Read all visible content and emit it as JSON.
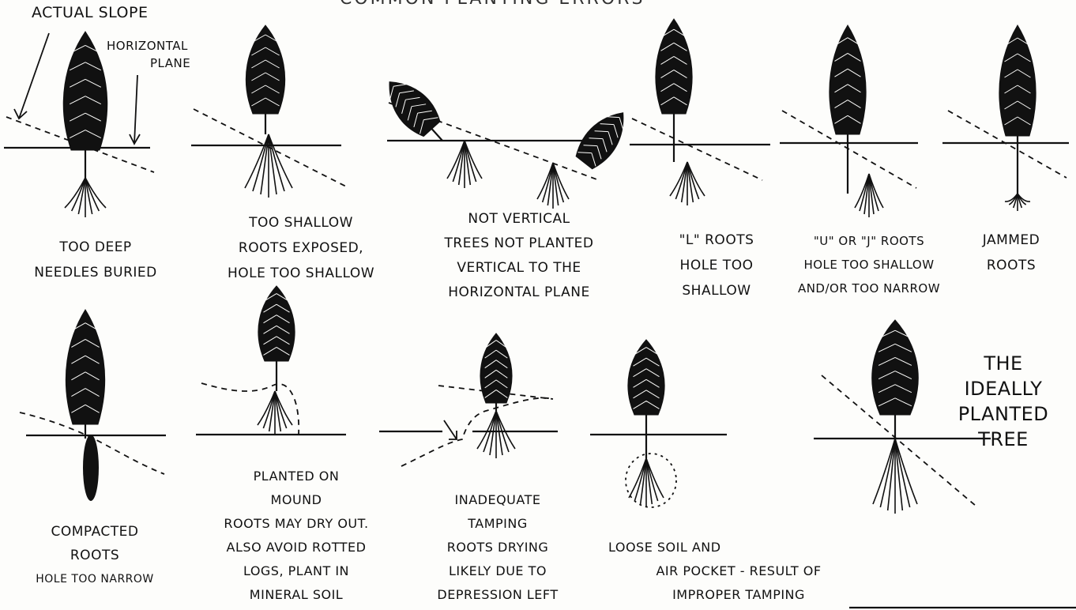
{
  "header_text": "COMMON PLANTING ERRORS",
  "annotations": {
    "actual_slope": "ACTUAL SLOPE",
    "horizontal_plane_1": "HORIZONTAL",
    "horizontal_plane_2": "PLANE"
  },
  "panels": [
    {
      "id": "too-deep",
      "lines": [
        "TOO DEEP",
        "NEEDLES BURIED"
      ]
    },
    {
      "id": "too-shallow",
      "lines": [
        "TOO SHALLOW",
        "ROOTS EXPOSED,",
        "HOLE TOO SHALLOW"
      ]
    },
    {
      "id": "not-vertical",
      "lines": [
        "NOT VERTICAL",
        "TREES NOT PLANTED",
        "VERTICAL TO THE",
        "HORIZONTAL PLANE"
      ]
    },
    {
      "id": "l-roots",
      "lines": [
        "\"L\" ROOTS",
        "HOLE TOO",
        "SHALLOW"
      ]
    },
    {
      "id": "u-j-roots",
      "lines": [
        "\"U\" or \"J\" ROOTS",
        "HOLE TOO SHALLOW",
        "AND/OR TOO NARROW"
      ]
    },
    {
      "id": "jammed-roots",
      "lines": [
        "JAMMED",
        "ROOTS"
      ]
    },
    {
      "id": "compacted-roots",
      "lines": [
        "COMPACTED",
        "ROOTS",
        "HOLE TOO NARROW"
      ]
    },
    {
      "id": "planted-on-mound",
      "lines": [
        "PLANTED ON",
        "MOUND",
        "ROOTS MAY DRY OUT.",
        "ALSO AVOID ROTTED",
        "LOGS, PLANT IN",
        "MINERAL SOIL"
      ]
    },
    {
      "id": "inadequate-tamping",
      "lines": [
        "INADEQUATE",
        "TAMPING",
        "ROOTS DRYING",
        "LIKELY DUE TO",
        "DEPRESSION LEFT"
      ]
    },
    {
      "id": "loose-soil",
      "lines": [
        "LOOSE SOIL AND",
        "AIR POCKET - RESULT OF",
        "IMPROPER TAMPING"
      ]
    },
    {
      "id": "ideal-tree",
      "lines": [
        "THE",
        "IDEALLY",
        "PLANTED",
        "TREE"
      ]
    }
  ],
  "colors": {
    "ink": "#111111",
    "paper": "#fdfdfb"
  }
}
